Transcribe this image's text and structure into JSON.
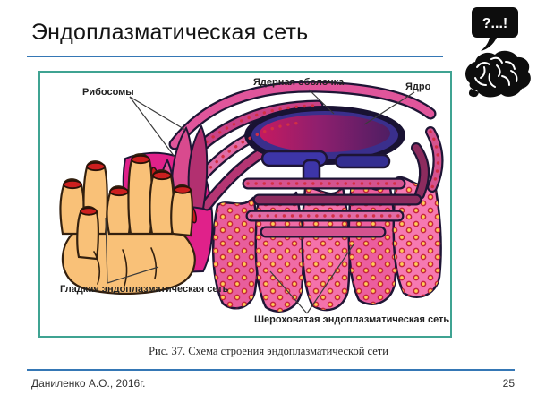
{
  "slide": {
    "title": "Эндоплазматическая сеть",
    "footer": {
      "author": "Даниленко А.О., 2016г.",
      "page": "25"
    }
  },
  "decor": {
    "speech_bubble_text": "?...!"
  },
  "figure": {
    "labels": {
      "ribosomes": "Рибосомы",
      "nuclear_envelope": "Ядерная оболочка",
      "nucleus": "Ядро",
      "smooth_er": "Гладкая эндоплазматическая сеть",
      "rough_er": "Шероховатая эндоплазматическая сеть"
    },
    "caption": "Рис. 37. Схема строения эндоплазматической сети"
  },
  "colors": {
    "accent_line": "#3577b5",
    "figure_border": "#3fa392",
    "membrane_outline": "#1E1535",
    "rough_er_pink": "#F472AB",
    "rough_er_magenta": "#E0218A",
    "smooth_er_orange": "#F9C178",
    "tube_opening_red": "#CC1F1F",
    "nucleus_magenta": "#C51A60",
    "nucleus_purple": "#4F1E63",
    "nuclear_ring_blue": "#3A2F8C",
    "ribosome_ring_red": "#C3263B",
    "ribosome_center_yellow": "#FFCD53",
    "icon_black": "#0d0d0d"
  }
}
